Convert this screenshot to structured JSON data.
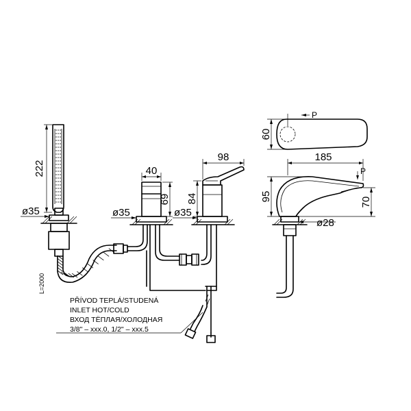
{
  "dimensions": {
    "shower_height": "222",
    "shower_base_dia": "ø35",
    "hose_length": "L=2000",
    "diverter_width": "40",
    "diverter_height": "69",
    "diverter_dia": "ø35",
    "mixer_width": "98",
    "mixer_height": "84",
    "mixer_dia": "ø35",
    "spout_plan_width": "60",
    "spout_length": "185",
    "spout_height": "95",
    "spout_outlet_height": "70",
    "spout_base_dia": "ø28",
    "section_mark_top": "P",
    "section_mark_side": "P"
  },
  "notes": {
    "line1": "PŘÍVOD TEPLÁ/STUDENÁ",
    "line2": "INLET HOT/COLD",
    "line3": "ВХОД ТЁПЛАЯ/ХОЛОДНАЯ",
    "line4": "3/8\" – xxx.0, 1/2\" – xxx.5"
  }
}
